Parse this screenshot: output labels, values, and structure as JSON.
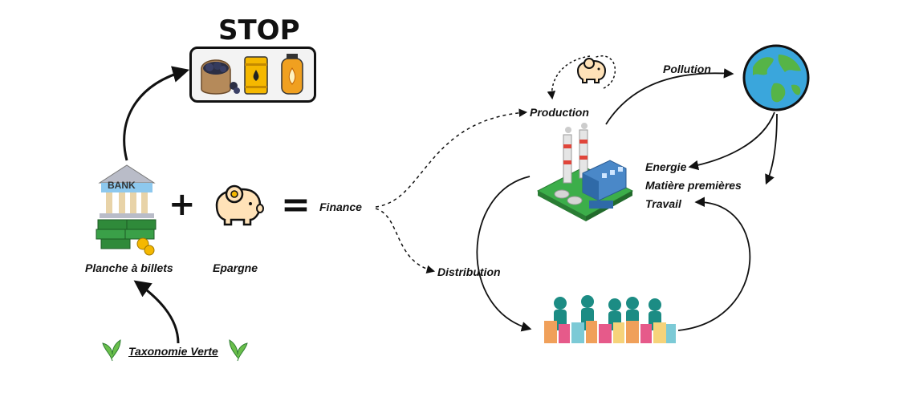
{
  "stop": {
    "title": "STOP",
    "items": [
      "coal-icon",
      "oil-barrel-icon",
      "gas-cylinder-icon"
    ]
  },
  "left": {
    "bank_text": "BANK",
    "planche_label": "Planche à billets",
    "epargne_label": "Epargne",
    "plus": "+",
    "equals": "=",
    "finance_label": "Finance",
    "taxonomie_label": "Taxonomie Verte"
  },
  "right": {
    "production_label": "Production",
    "distribution_label": "Distribution",
    "pollution_label": "Pollution",
    "inputs": [
      "Energie",
      "Matière premières",
      "Travail"
    ]
  },
  "colors": {
    "gold": "#f5b800",
    "bill_green": "#2f8a3a",
    "building_blue": "#4a88c8",
    "ground_green": "#3cae4a",
    "earth_blue": "#3aa6dc",
    "earth_green": "#56b447",
    "people_teal": "#1c8c84",
    "bag_orange": "#f0a05a"
  }
}
